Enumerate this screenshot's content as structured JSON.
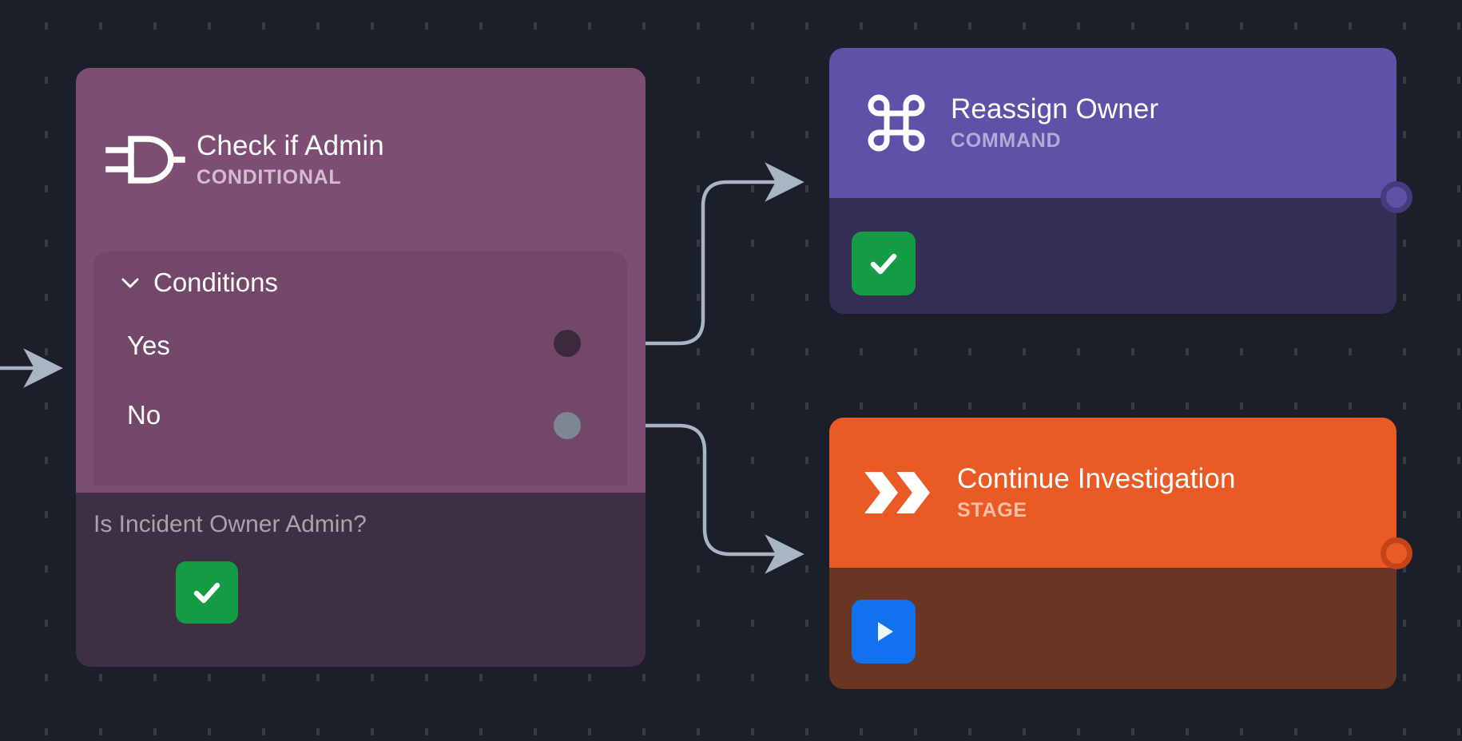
{
  "canvas": {
    "background_color": "#1b1f29",
    "grid": "dotted-grid"
  },
  "nodes": [
    {
      "id": "check-if-admin",
      "title": "Check if Admin",
      "type_label": "CONDITIONAL",
      "icon": "logic-gate-icon",
      "header_color": "#7d4d74",
      "body_color": "#3f2f42",
      "panel": {
        "label": "Conditions",
        "collapse_icon": "chevron-down-icon",
        "rows": [
          {
            "label": "Yes",
            "port_color": "#3a2a3c"
          },
          {
            "label": "No",
            "port_color": "#7d8792"
          }
        ]
      },
      "description": "Is Incident Owner Admin?",
      "status_badge": {
        "icon": "check-icon",
        "color": "#149c45"
      }
    },
    {
      "id": "reassign-owner",
      "title": "Reassign Owner",
      "type_label": "COMMAND",
      "icon": "command-icon",
      "header_color": "#5e51a8",
      "body_color": "#332f54",
      "status_badge": {
        "icon": "check-icon",
        "color": "#149c45"
      },
      "output_handle_color": "#4a3f8a"
    },
    {
      "id": "continue-investigation",
      "title": "Continue Investigation",
      "type_label": "STAGE",
      "icon": "double-chevron-right-icon",
      "header_color": "#ea5a24",
      "body_color": "#6b3524",
      "status_badge": {
        "icon": "play-icon",
        "color": "#1171ef"
      },
      "output_handle_color": "#c4441a"
    }
  ],
  "edges": [
    {
      "id": "incoming",
      "from": "canvas-left",
      "to": "check-if-admin",
      "color": "#a8b6c4"
    },
    {
      "id": "yes-edge",
      "from": "check-if-admin.yes",
      "to": "reassign-owner",
      "color": "#a8b6c4"
    },
    {
      "id": "no-edge",
      "from": "check-if-admin.no",
      "to": "continue-investigation",
      "color": "#a8b6c4"
    }
  ]
}
